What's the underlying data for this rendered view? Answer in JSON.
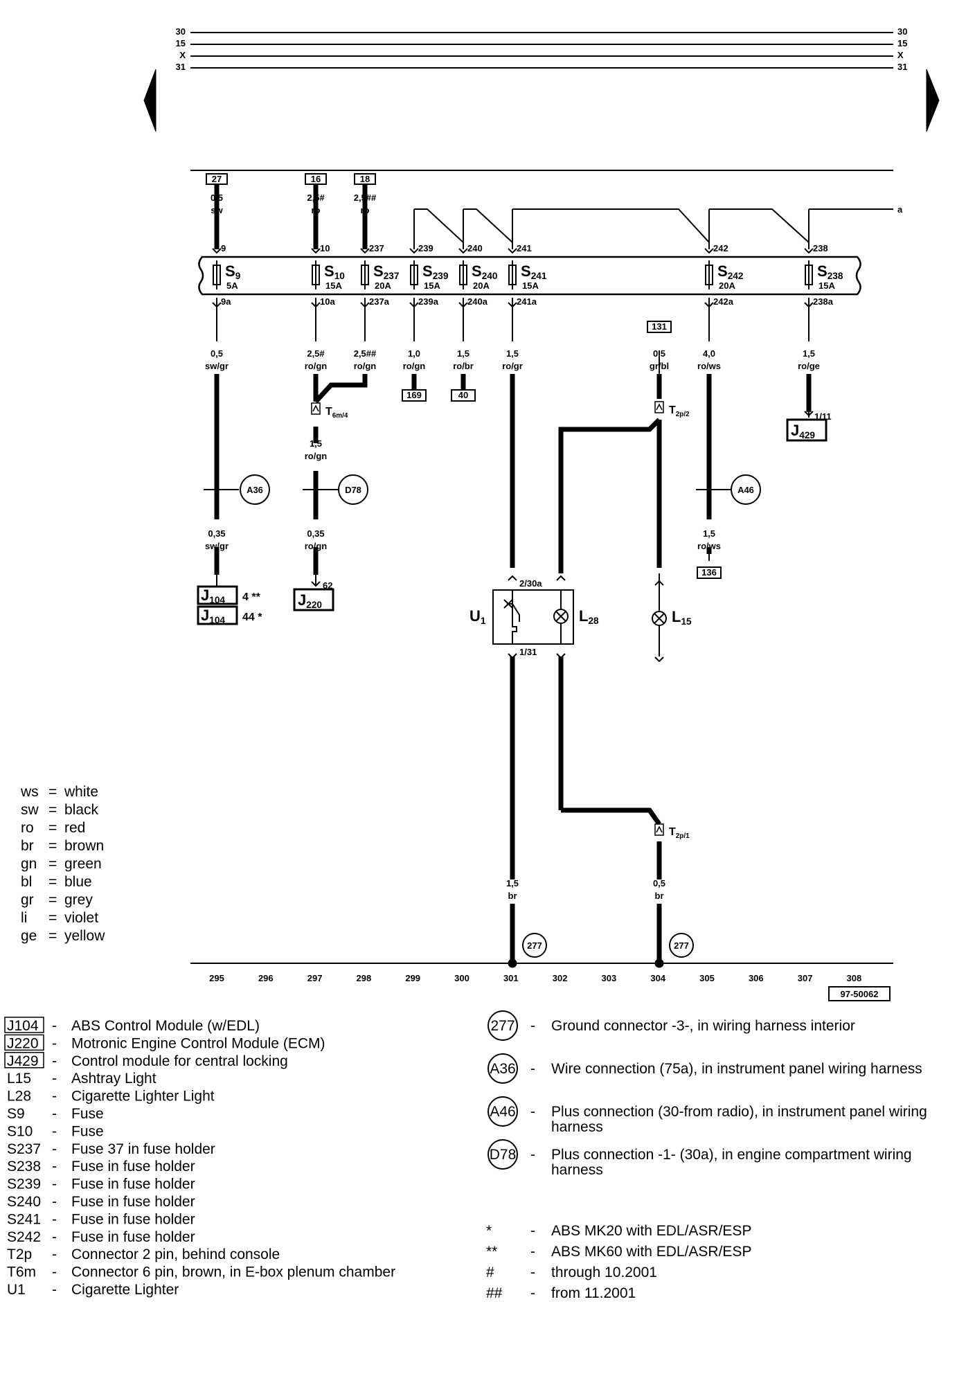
{
  "bus_labels": [
    "30",
    "15",
    "X",
    "31"
  ],
  "fuses": [
    {
      "id": "S9",
      "rating": "5A",
      "top_pin": "9",
      "bottom_pin": "9a"
    },
    {
      "id": "S10",
      "rating": "15A",
      "top_pin": "10",
      "bottom_pin": "10a"
    },
    {
      "id": "S237",
      "rating": "20A",
      "top_pin": "237",
      "bottom_pin": "237a"
    },
    {
      "id": "S239",
      "rating": "15A",
      "top_pin": "239",
      "bottom_pin": "239a"
    },
    {
      "id": "S240",
      "rating": "20A",
      "top_pin": "240",
      "bottom_pin": "240a"
    },
    {
      "id": "S241",
      "rating": "15A",
      "top_pin": "241",
      "bottom_pin": "241a"
    },
    {
      "id": "S242",
      "rating": "20A",
      "top_pin": "242",
      "bottom_pin": "242a"
    },
    {
      "id": "S238",
      "rating": "15A",
      "top_pin": "238",
      "bottom_pin": "238a"
    }
  ],
  "top_refs": [
    "27",
    "16",
    "18"
  ],
  "bottom_refs": [
    "169",
    "40",
    "131",
    "136"
  ],
  "wires": [
    {
      "size": "0,5",
      "color": "sw"
    },
    {
      "size": "2,5#",
      "color": "ro"
    },
    {
      "size": "2,5##",
      "color": "ro"
    },
    {
      "size": "0,5",
      "color": "sw/gr"
    },
    {
      "size": "2,5#",
      "color": "ro/gn"
    },
    {
      "size": "2,5##",
      "color": "ro/gn"
    },
    {
      "size": "1,0",
      "color": "ro/gn"
    },
    {
      "size": "1,5",
      "color": "ro/br"
    },
    {
      "size": "1,5",
      "color": "ro/gr"
    },
    {
      "size": "0,5",
      "color": "gr/bl"
    },
    {
      "size": "4,0",
      "color": "ro/ws"
    },
    {
      "size": "1,5",
      "color": "ro/ge"
    },
    {
      "size": "1,5",
      "color": "ro/gn"
    },
    {
      "size": "0,35",
      "color": "sw/gr"
    },
    {
      "size": "0,35",
      "color": "ro/gn"
    },
    {
      "size": "1,5",
      "color": "ro/ws"
    },
    {
      "size": "1,5",
      "color": "br"
    },
    {
      "size": "0,5",
      "color": "br"
    }
  ],
  "connectors": [
    {
      "main": "T",
      "sub": "6m/4"
    },
    {
      "main": "T",
      "sub": "2p/2"
    },
    {
      "main": "T",
      "sub": "2p/1"
    }
  ],
  "splices": [
    "A36",
    "D78",
    "A46"
  ],
  "grounds": [
    "277",
    "277"
  ],
  "modules": [
    {
      "main": "J",
      "sub": "104",
      "pin": "4",
      "note": "**"
    },
    {
      "main": "J",
      "sub": "104",
      "pin": "44",
      "note": "*"
    },
    {
      "main": "J",
      "sub": "220",
      "pin": "62"
    },
    {
      "main": "J",
      "sub": "429",
      "pin": "1/11"
    }
  ],
  "components": [
    {
      "main": "U",
      "sub": "1",
      "pin_top": "2/30a",
      "pin_bottom": "1/31"
    },
    {
      "main": "L",
      "sub": "28"
    },
    {
      "main": "L",
      "sub": "15"
    }
  ],
  "branch_label": "a",
  "columns": [
    "295",
    "296",
    "297",
    "298",
    "299",
    "300",
    "301",
    "302",
    "303",
    "304",
    "305",
    "306",
    "307",
    "308"
  ],
  "diagram_id": "97-50062",
  "color_key": [
    {
      "abbr": "ws",
      "name": "white"
    },
    {
      "abbr": "sw",
      "name": "black"
    },
    {
      "abbr": "ro",
      "name": "red"
    },
    {
      "abbr": "br",
      "name": "brown"
    },
    {
      "abbr": "gn",
      "name": "green"
    },
    {
      "abbr": "bl",
      "name": "blue"
    },
    {
      "abbr": "gr",
      "name": "grey"
    },
    {
      "abbr": "li",
      "name": "violet"
    },
    {
      "abbr": "ge",
      "name": "yellow"
    }
  ],
  "legend_left": [
    {
      "code": "J104",
      "desc": "ABS Control Module (w/EDL)",
      "boxed": true
    },
    {
      "code": "J220",
      "desc": "Motronic Engine Control Module (ECM)",
      "boxed": true
    },
    {
      "code": "J429",
      "desc": "Control module for central locking",
      "boxed": true
    },
    {
      "code": "L15",
      "desc": "Ashtray Light"
    },
    {
      "code": "L28",
      "desc": "Cigarette Lighter Light"
    },
    {
      "code": "S9",
      "desc": "Fuse"
    },
    {
      "code": "S10",
      "desc": "Fuse"
    },
    {
      "code": "S237",
      "desc": "Fuse 37 in fuse holder"
    },
    {
      "code": "S238",
      "desc": "Fuse in fuse holder"
    },
    {
      "code": "S239",
      "desc": "Fuse in fuse holder"
    },
    {
      "code": "S240",
      "desc": "Fuse in fuse holder"
    },
    {
      "code": "S241",
      "desc": "Fuse in fuse holder"
    },
    {
      "code": "S242",
      "desc": "Fuse in fuse holder"
    },
    {
      "code": "T2p",
      "desc": "Connector 2 pin, behind console"
    },
    {
      "code": "T6m",
      "desc": "Connector 6 pin, brown, in E-box plenum chamber"
    },
    {
      "code": "U1",
      "desc": "Cigarette Lighter"
    }
  ],
  "legend_right": [
    {
      "code": "277",
      "lines": [
        "Ground connector -3-, in wiring harness interior"
      ]
    },
    {
      "code": "A36",
      "lines": [
        "Wire connection (75a), in instrument panel wiring harness"
      ]
    },
    {
      "code": "A46",
      "lines": [
        "Plus connection (30-from radio), in instrument panel wiring",
        "harness"
      ]
    },
    {
      "code": "D78",
      "lines": [
        "Plus connection -1- (30a), in engine compartment wiring",
        "harness"
      ]
    }
  ],
  "notes": [
    {
      "sym": "*",
      "desc": "ABS MK20 with EDL/ASR/ESP"
    },
    {
      "sym": "**",
      "desc": "ABS MK60 with EDL/ASR/ESP"
    },
    {
      "sym": "#",
      "desc": "through 10.2001"
    },
    {
      "sym": "##",
      "desc": "from 11.2001"
    }
  ],
  "dash": "-"
}
